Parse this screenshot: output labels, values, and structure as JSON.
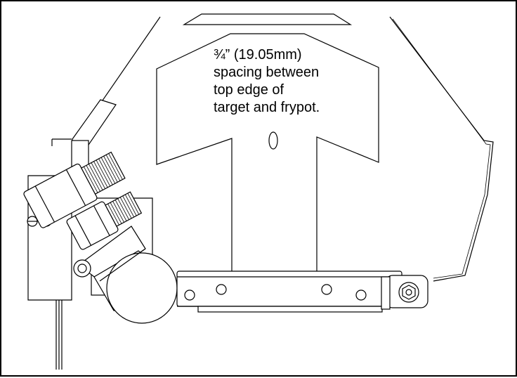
{
  "callout": {
    "lines": [
      "¾” (19.05mm)",
      "spacing between",
      "top edge of",
      "target and frypot."
    ]
  }
}
